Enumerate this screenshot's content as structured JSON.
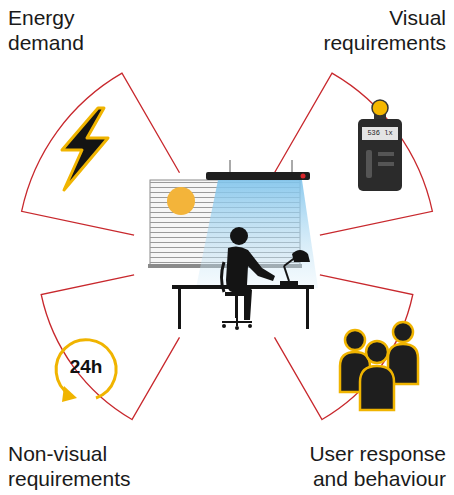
{
  "diagram": {
    "labels": [
      "Energy demand",
      "Visual requirements",
      "536 lx",
      "24h",
      "Non-visual requirements",
      "User response and behaviour"
    ]
  }
}
